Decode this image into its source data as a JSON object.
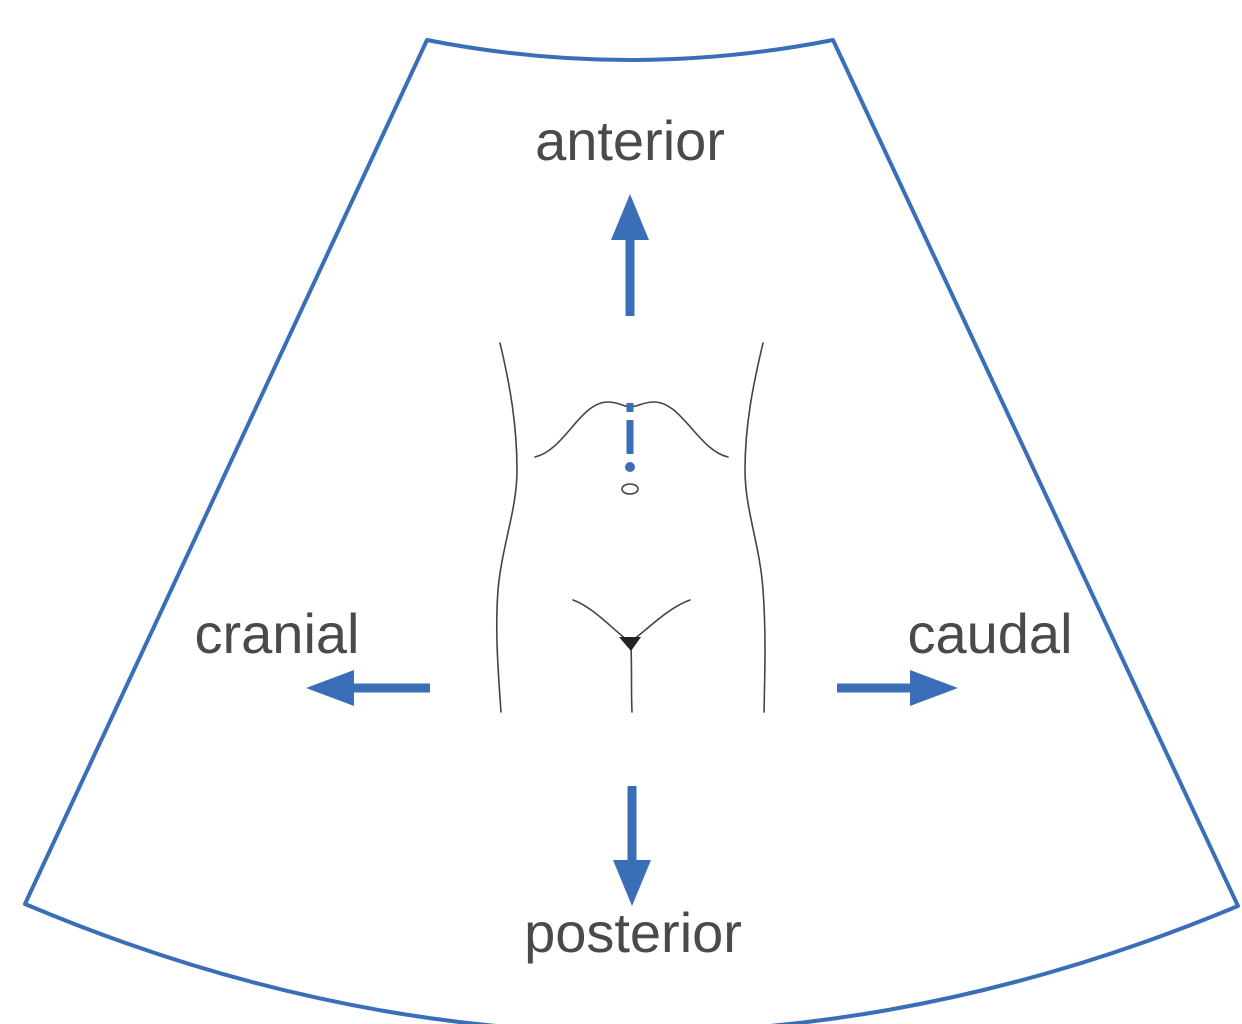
{
  "labels": {
    "anterior": "anterior",
    "cranial": "cranial",
    "caudal": "caudal",
    "posterior": "posterior"
  },
  "colors": {
    "sector_outline": "#3a6fb8",
    "arrow": "#3a6fb8",
    "body_outline": "#444444",
    "label_text": "#4a4a4a",
    "background": "#ffffff"
  }
}
